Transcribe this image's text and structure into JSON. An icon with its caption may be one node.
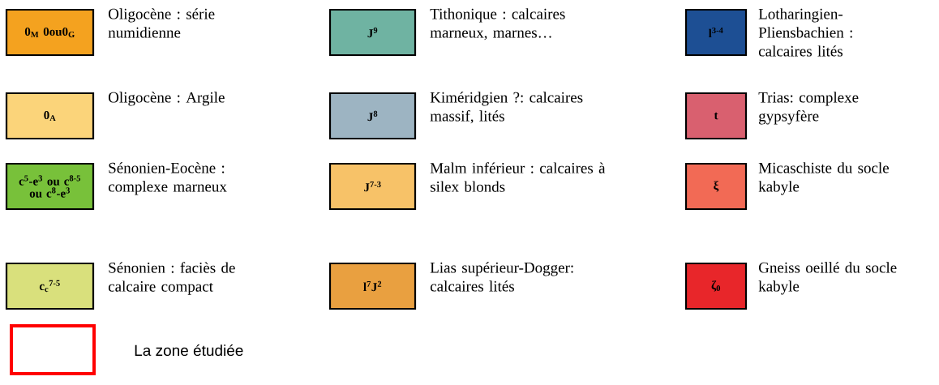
{
  "diagram": {
    "labels": [
      "0$_{M}$ 0ou0$_{G}$",
      "J$^{9}$",
      "l$^{3-4}$",
      "0$_{A}$",
      "J$^{8}$",
      "t",
      "c$^{5}$-e$^{3}$ ou c$^{8-5}$ ou c$^{8}$-e$^{3}$",
      "J$^{7-3}$",
      "ξ",
      "c$_{c}$$^{7-5}$",
      "l$^{7}$J$^{2}$",
      "ζ$_{0}$"
    ],
    "legend": [
      {
        "text": "Oligocène : série numidienne",
        "color": "#f4a21f"
      },
      {
        "text": "Tithonique : calcaires marneux, marnes…",
        "color": "#6fb3a2"
      },
      {
        "text": "Lotharingien-Pliensbachien : calcaires lités",
        "color": "#1d4f94"
      },
      {
        "text": "Oligocène : Argile",
        "color": "#fbd47a"
      },
      {
        "text": "Kiméridgien ?: calcaires massif, lités",
        "color": "#9db4c2"
      },
      {
        "text": "Trias: complexe gypsyfère",
        "color": "#d9606f"
      },
      {
        "text": "Sénonien-Eocène : complexe marneux",
        "color": "#78c13a"
      },
      {
        "text": "Malm inférieur : calcaires à silex blonds",
        "color": "#f7c268"
      },
      {
        "text": "Micaschiste du socle kabyle",
        "color": "#f26a55"
      },
      {
        "text": "Sénonien : faciès de calcaire compact",
        "color": "#d9e07c"
      },
      {
        "text": "Lias supérieur-Dogger: calcaires lités",
        "color": "#e9a040"
      },
      {
        "text": "Gneiss oeillé du socle kabyle",
        "color": "#e8262a"
      },
      {
        "text": "La zone étudiée"
      }
    ]
  }
}
